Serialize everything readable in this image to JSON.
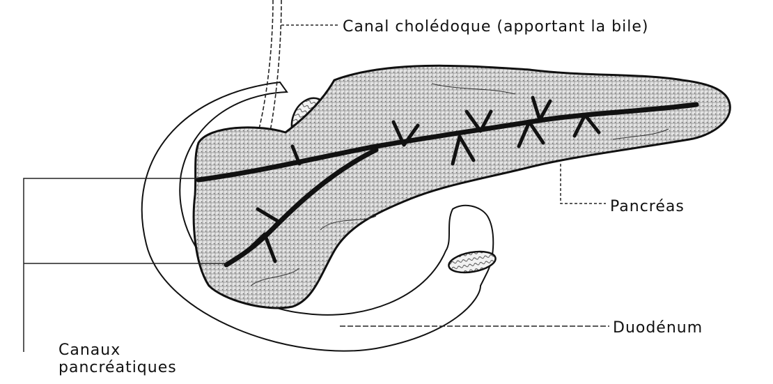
{
  "labels": {
    "canal_choledoque": "Canal cholédoque (apportant la bile)",
    "pancreas": "Pancréas",
    "duodenum": "Duodénum",
    "canaux_line1": "Canaux",
    "canaux_line2": "pancréatiques"
  }
}
